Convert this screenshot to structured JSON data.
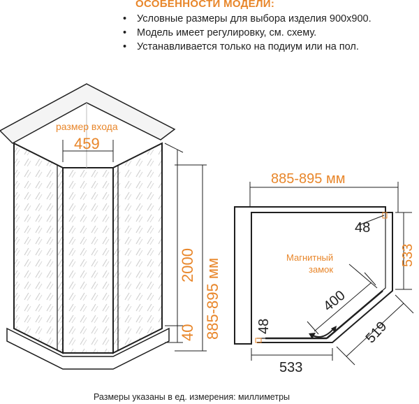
{
  "header": {
    "title": "ОСОБЕННОСТИ МОДЕЛИ:",
    "features": [
      "Условные размеры для выбора изделия 900х900.",
      "Модель имеет регулировку, см. схему.",
      "Устанавливается только на подиум или на пол."
    ]
  },
  "left_view": {
    "entry_label": "размер входа",
    "entry_width": "459",
    "height": "2000",
    "side": "885-895 мм",
    "tray_height": "40"
  },
  "right_view": {
    "top_width": "885-895 мм",
    "gap_top": "48",
    "right_side": "533",
    "lock_label_line1": "Магнитный",
    "lock_label_line2": "замок",
    "door": "400",
    "diagonal": "519",
    "bottom_side": "533",
    "gap_left": "48"
  },
  "footer": {
    "note": "Размеры указаны в ед. измерения: миллиметры"
  },
  "colors": {
    "accent": "#e8862a",
    "ink": "#1f1f1f"
  }
}
